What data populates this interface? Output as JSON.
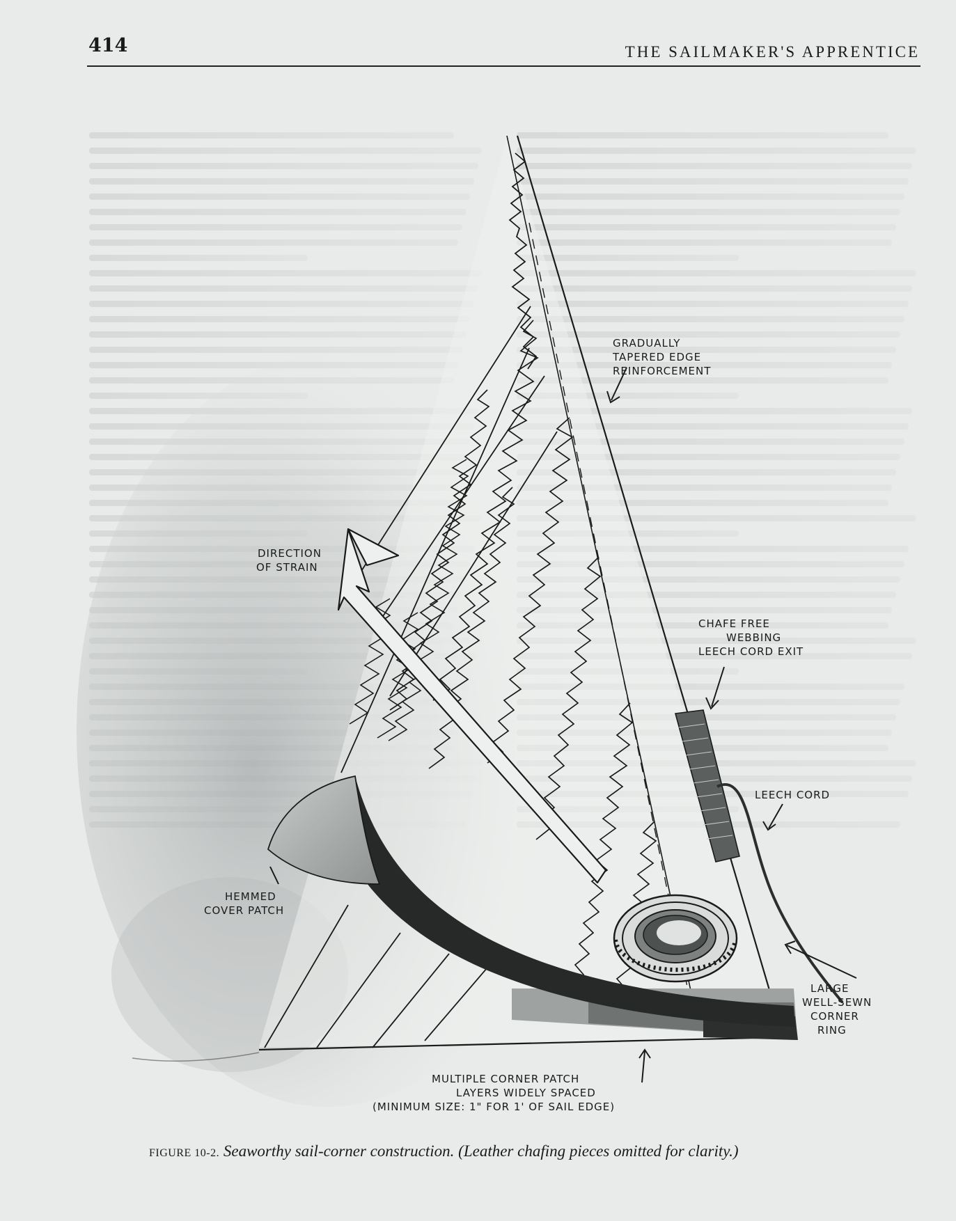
{
  "header": {
    "page_number": "414",
    "running_title": "THE SAILMAKER'S APPRENTICE"
  },
  "figure": {
    "labels": {
      "tapered_edge": [
        "GRADUALLY",
        "TAPERED EDGE",
        "REINFORCEMENT"
      ],
      "strain": [
        "DIRECTION",
        "OF STRAIN"
      ],
      "webbing": [
        "CHAFE FREE",
        "WEBBING",
        "LEECH CORD EXIT"
      ],
      "leech_cord": [
        "LEECH CORD"
      ],
      "cover_patch": [
        "HEMMED",
        "COVER PATCH"
      ],
      "corner_ring": [
        "LARGE",
        "WELL-SEWN",
        "CORNER",
        "RING"
      ],
      "patch_layers": [
        "MULTIPLE CORNER PATCH",
        "LAYERS WIDELY SPACED",
        "(MINIMUM SIZE: 1\" FOR 1' OF SAIL EDGE)"
      ]
    }
  },
  "caption": {
    "number": "FIGURE 10-2.",
    "text": "Seaworthy sail-corner construction. (Leather chafing pieces omitted for clarity.)"
  },
  "colors": {
    "paper": "#e9ebea",
    "ink": "#1a1a1a",
    "bleed": "#cfd2d1"
  }
}
